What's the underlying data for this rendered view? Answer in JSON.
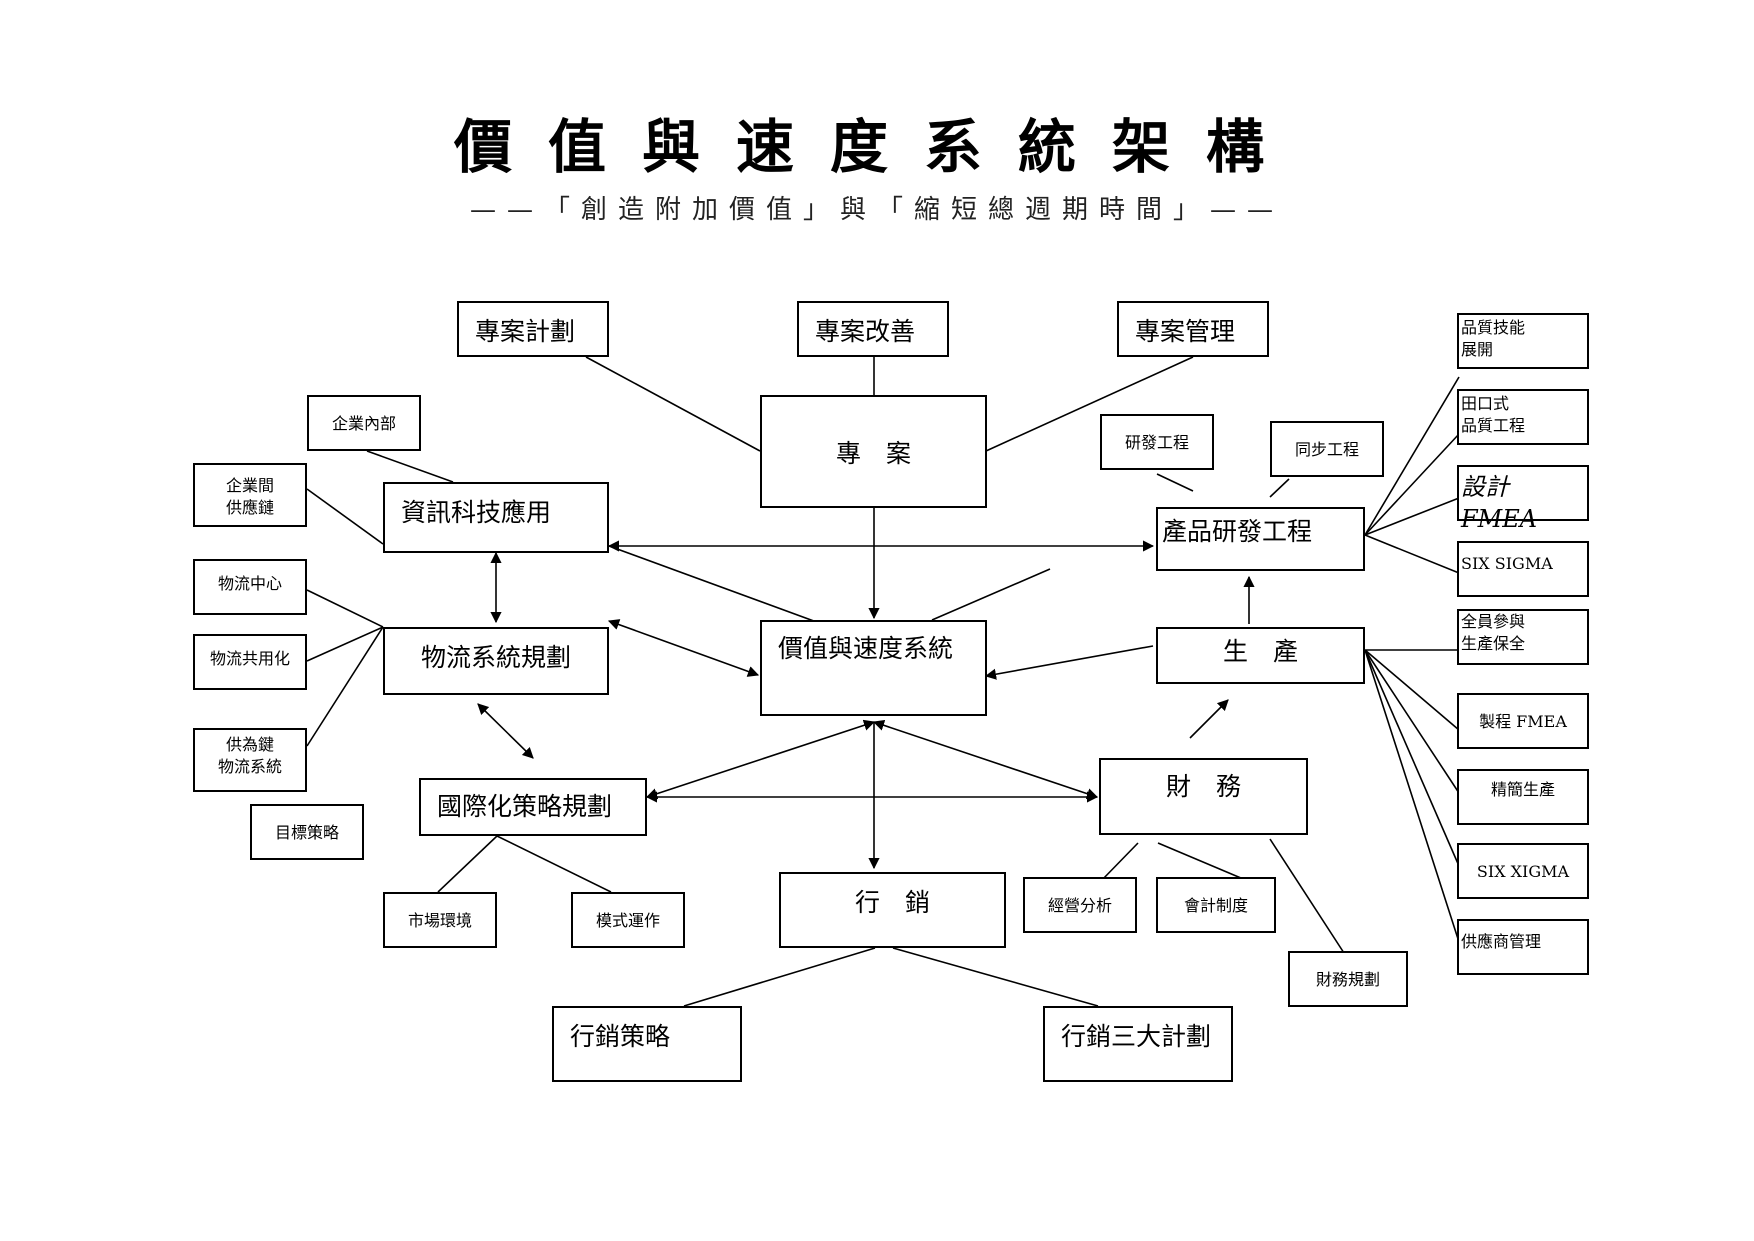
{
  "header": {
    "title": "價值與速度系統架構",
    "subtitle": "——「創造附加價值」與「縮短總週期時間」——"
  },
  "nodes": {
    "project_plan": "專案計劃",
    "project_improve": "專案改善",
    "project_manage": "專案管理",
    "project": "專　案",
    "enterprise_internal": "企業內部",
    "inter_enterprise_chain": "企業間\n供應鏈",
    "it_application": "資訊科技應用",
    "logistics_center": "物流中心",
    "logistics_sharing": "物流共用化",
    "supply_chain_logistics": "供為鍵\n物流系統",
    "logistics_planning": "物流系統規劃",
    "target_strategy": "目標策略",
    "intl_strategy": "國際化策略規劃",
    "market_env": "市場環境",
    "model_operation": "模式運作",
    "value_speed_system": "價值與速度系統",
    "marketing": "行　銷",
    "marketing_strategy": "行銷策略",
    "marketing_three_plans": "行銷三大計劃",
    "rd_engineering": "研發工程",
    "concurrent_engineering": "同步工程",
    "product_rd": "產品研發工程",
    "production": "生　產",
    "finance": "財　務",
    "business_analysis": "經營分析",
    "accounting_system": "會計制度",
    "financial_planning": "財務規劃",
    "qfd": "品質技能\n展開",
    "taguchi": "田口式\n品質工程",
    "design_fmea": "設計 FMEA",
    "six_sigma": "SIX SIGMA",
    "tpm": "全員參與\n生產保全",
    "process_fmea": "製程 FMEA",
    "lean_production": "精簡生產",
    "six_xigma": "SIX XIGMA",
    "supplier_mgmt": "供應商管理"
  }
}
